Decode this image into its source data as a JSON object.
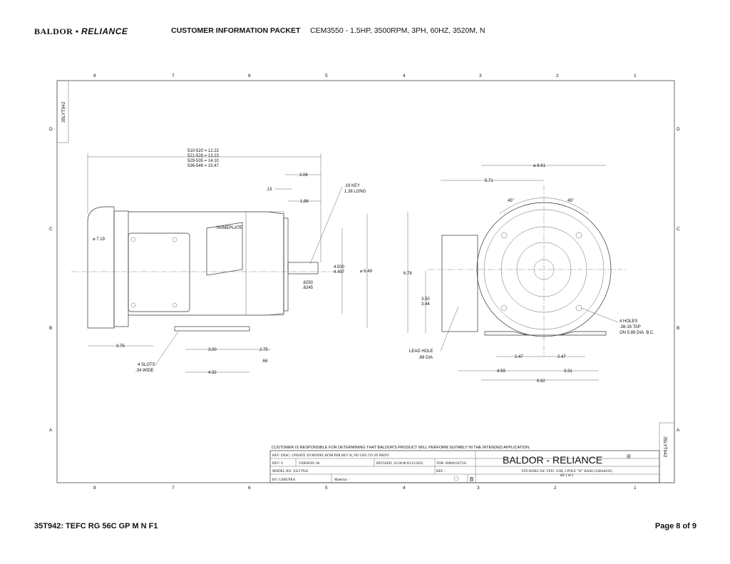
{
  "header": {
    "logo_left": "BALDOR",
    "logo_right": "RELIANCE",
    "packet_title": "CUSTOMER INFORMATION PACKET",
    "description": "CEM3550 - 1.5HP, 3500RPM, 3PH, 60HZ, 3520M, N"
  },
  "footer": {
    "model": "35T942: TEFC RG 56C GP M N F1",
    "page": "Page 8 of 9"
  },
  "drawing": {
    "zone_numbers": [
      "8",
      "7",
      "6",
      "5",
      "4",
      "3",
      "2",
      "1"
    ],
    "zone_letters": [
      "D",
      "C",
      "B",
      "A"
    ],
    "drawing_number": "35LYT942",
    "length_table": [
      "510-520 = 12.22",
      "521-528 = 13.23",
      "529-535 = 14.10",
      "536-546 = 15.47"
    ],
    "dims": {
      "d206": "2.06",
      "d13": ".13",
      "d188": "1.88",
      "key": ".19 KEY",
      "key_len": "1.38 LONG",
      "nameplate": "NAMEPLATE",
      "dia719": "⌀ 7.19",
      "pilot_a": "4.500",
      "pilot_b": "4.497",
      "dia649": "⌀ 6.49",
      "shaft_a": ".6250",
      "shaft_b": ".6245",
      "d375": "3.75",
      "d300": "3.00",
      "d275": "2.75",
      "d66": ".66",
      "d432": "4.32",
      "slots": "4 SLOTS",
      "slots_w": ".34 WIDE",
      "dia661": "⌀ 6.61",
      "d571": "5.71",
      "a45l": "45°",
      "a45r": "45°",
      "d678": "6.78",
      "d350": "3.50",
      "d344": "3.44",
      "lead": "LEAD HOLE",
      "lead_d": ".88 DIA",
      "d247a": "2.47",
      "d247b": "2.47",
      "d459": "4.59",
      "d331": "3.31",
      "d662": "6.62",
      "holes1": "4 HOLES",
      "holes2": ".38-16 TAP",
      "holes3": "ON 5.88 DIA. B.C."
    }
  },
  "title_block": {
    "notice": "CUSTOMER IS RESPONSIBLE FOR DETERMINING THAT BALDOR'S PRODUCT WILL PERFORM SUITABLY IN THE INTENDED APPLICATION.",
    "rev_desc": "REV. DESC: UPDATE 3D MODEL BOM PER REV H, NO CHG TO 2D PRINT",
    "rev": "REV:  F",
    "version": "VERSION:  06",
    "revised": "REVISED:  10:28:08 03/15/2022",
    "tdr": "TDR: 000001187335",
    "model_no": "MODEL NO:  35LYT942",
    "ref": "REF:  -",
    "by": "BY: USBUFRA",
    "material": "Material:  -",
    "size": "B",
    "company": "BALDOR - RELIANCE",
    "registered": "®",
    "desc": "STD HORZ 56C TEFC 35M, 2 POLE \"W\" BASE (35BA4010)",
    "sheet": "SH 1 of 1"
  }
}
